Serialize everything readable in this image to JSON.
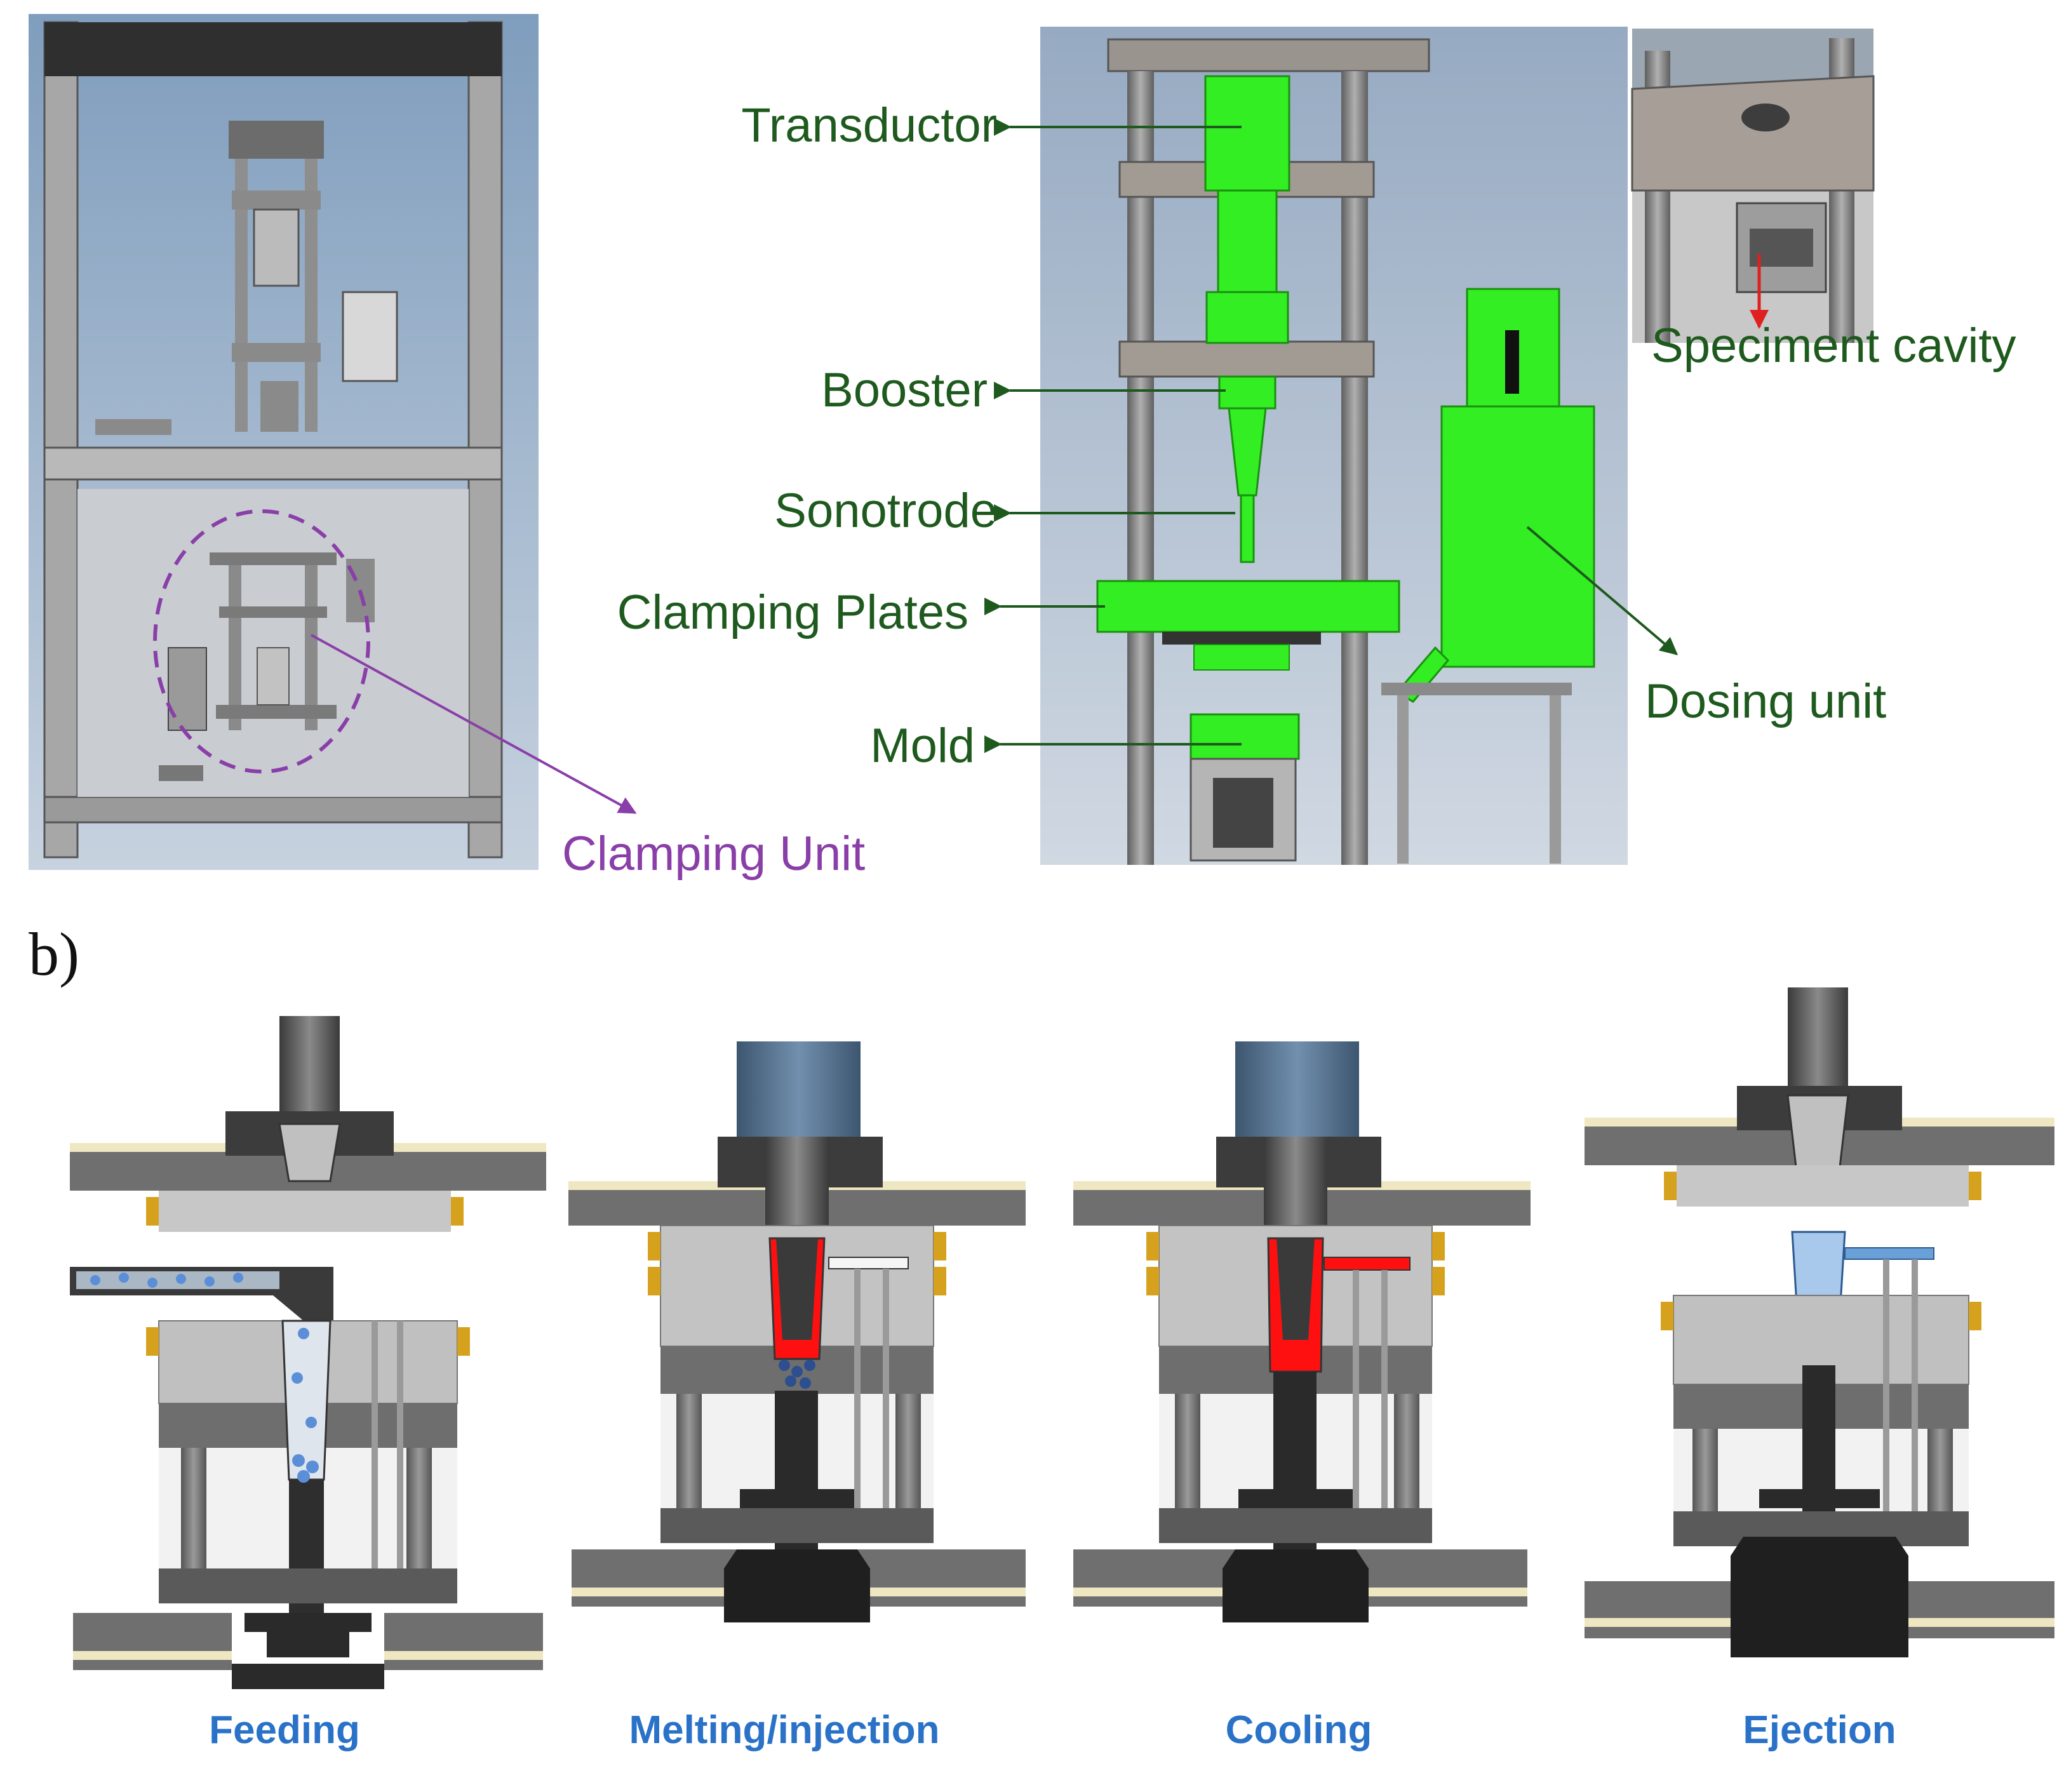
{
  "panel_a": {
    "clamping_unit_label": "Clamping Unit",
    "components": {
      "transductor": "Transductor",
      "booster": "Booster",
      "sonotrode": "Sonotrode",
      "clamping_plates": "Clamping Plates",
      "mold": "Mold",
      "dosing_unit": "Dosing unit"
    },
    "inset_label": "Speciment cavity"
  },
  "panel_b": {
    "label": "b)",
    "stages": [
      "Feeding",
      "Melting/injection",
      "Cooling",
      "Ejection"
    ]
  },
  "colors": {
    "highlight_green": "#33ee22",
    "label_green": "#1e5a1e",
    "label_purple": "#8a3fa8",
    "stage_blue": "#2a72c8",
    "melt_red": "#ff1010",
    "arrow_red": "#e02020"
  }
}
